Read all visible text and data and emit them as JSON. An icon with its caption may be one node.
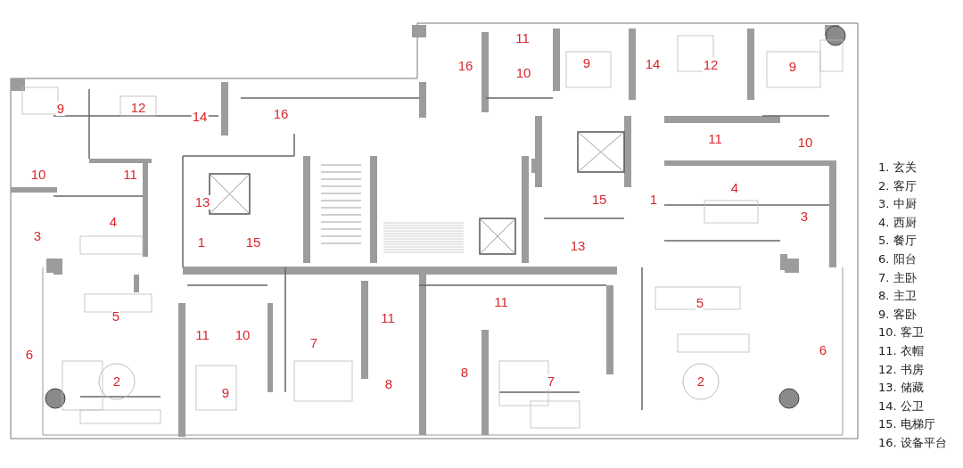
{
  "diagram": {
    "labels": [
      "11",
      "9",
      "14",
      "12",
      "16",
      "9",
      "10",
      "12",
      "9",
      "16",
      "14",
      "11",
      "10",
      "10",
      "11",
      "4",
      "15",
      "1",
      "13",
      "3",
      "4",
      "3",
      "1",
      "15",
      "13",
      "11",
      "5",
      "5",
      "11",
      "11",
      "10",
      "7",
      "6",
      "6",
      "8",
      "2",
      "7",
      "2",
      "8",
      "9"
    ],
    "legend": [
      {
        "text": "1. 玄关"
      },
      {
        "text": "2. 客厅"
      },
      {
        "text": "3. 中厨"
      },
      {
        "text": "4. 西厨"
      },
      {
        "text": "5. 餐厅"
      },
      {
        "text": "6. 阳台"
      },
      {
        "text": "7. 主卧"
      },
      {
        "text": "8. 主卫"
      },
      {
        "text": "9. 客卧"
      },
      {
        "text": "10. 客卫"
      },
      {
        "text": "11. 衣帽"
      },
      {
        "text": "12. 书房"
      },
      {
        "text": "13. 储藏"
      },
      {
        "text": "14. 公卫"
      },
      {
        "text": "15. 电梯厅"
      },
      {
        "text": "16. 设备平台"
      }
    ]
  }
}
